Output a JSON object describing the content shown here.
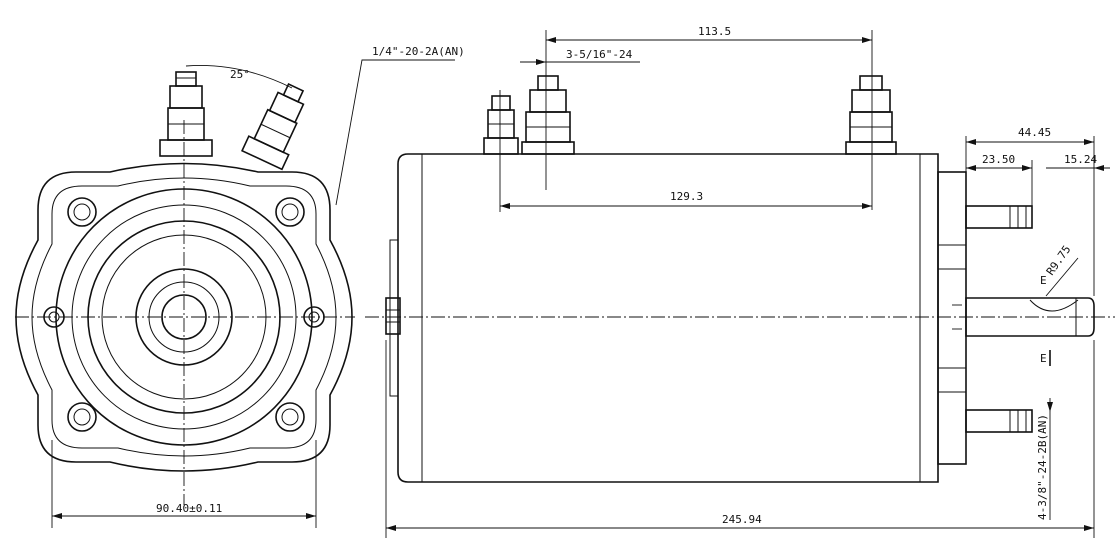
{
  "diagram": {
    "type": "technical drawing",
    "thread_callout_terminal": "1/4\"-20-2A(AN)",
    "thread_callout_stud": "3-5/16\"-24",
    "thread_callout_mount": "4-3/8\"-24-2B(AN)",
    "angle_label": "25°",
    "section_marks": [
      "E",
      "E"
    ],
    "dimensions": {
      "mount_width": "90.40±0.11",
      "terminal_spacing_top": "113.5",
      "terminal_spacing_bottom": "129.3",
      "overall_length": "245.94",
      "shaft_length": "44.45",
      "stud_length": "23.50",
      "shaft_tip": "15.24",
      "radius": "R9.75"
    }
  }
}
